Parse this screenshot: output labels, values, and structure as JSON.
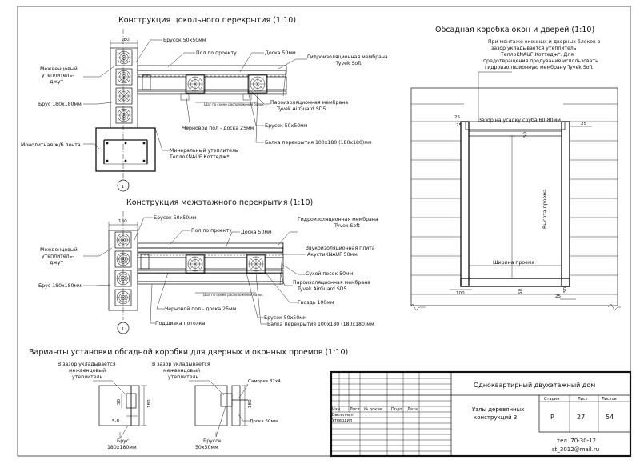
{
  "section1": {
    "title": "Конструкция цокольного перекрытия (1:10)",
    "dim_180": "180",
    "labels": {
      "bar": "Брусок 50х50мм",
      "floor_design": "Пол по проекту",
      "board": "Доска 50мм",
      "hydro": "Гидроизоляционная мембрана",
      "hydro_brand": "Tyvek Soft",
      "insulation_1": "Межвенцовый",
      "insulation_2": "утеплитель-",
      "insulation_3": "джут",
      "beam_wall": "Брус 180х180мм",
      "vapor": "Пароизоляционная мембрана",
      "vapor_brand": "Tyvek AirGuard SD5",
      "rough_floor": "Черновой пол - доска 25мм",
      "bar2": "Брусок 50х50мм",
      "joist": "Балка перекрытия 100х180 (180х180)мм",
      "foundation": "Монолитная ж/б лента",
      "mineral_1": "Минеральный утеплитель",
      "mineral_2": "ТеплоKNAUF Коттедж*",
      "note_tiny": "Шаг по схеме расположения балок",
      "axis": "1"
    }
  },
  "section2": {
    "title": "Конструкция межэтажного перекрытия (1:10)",
    "dim_180": "180",
    "labels": {
      "bar": "Брусок 50х50мм",
      "floor_design": "Пол по проекту",
      "board": "Доска 50мм",
      "hydro": "Гидроизоляционная мембрана",
      "hydro_brand": "Tyvek Soft",
      "sound_1": "Звукоизоляционная плита",
      "sound_2": "АкустиKNAUF 50мм",
      "sand": "Сухой песок 50мм",
      "insulation_1": "Межвенцовый",
      "insulation_2": "утеплитель-",
      "insulation_3": "джут",
      "beam_wall": "Брус 180х180мм",
      "vapor": "Пароизоляционная мембрана",
      "vapor_brand": "Tyvek AirGuard SD5",
      "nail": "Гвоздь 100мм",
      "rough_floor": "Черновой пол - доска 25мм",
      "bar2": "Брусок 50х50мм",
      "ceiling": "Подшивка потолка",
      "joist": "Балка перекрытия 100х180 (180х180)мм",
      "note_tiny": "Шаг по схеме расположения балок",
      "axis": "1"
    }
  },
  "section3": {
    "title": "Варианты установки обсадной коробки для дверных и оконных проемов (1:10)",
    "left": {
      "note_1": "В зазор укладывается",
      "note_2": "межвенцовый",
      "note_3": "утеплитель",
      "dim_50": "50",
      "dim_180": "180",
      "dim_58": "5-8",
      "beam_1": "Брус",
      "beam_2": "180х180мм"
    },
    "right": {
      "note_1": "В зазор укладывается",
      "note_2": "межвенцовый",
      "note_3": "утеплитель",
      "dim_180": "180",
      "screw": "Саморез 87х4",
      "board": "Доска 50мм",
      "bar_1": "Брусок",
      "bar_2": "50х50мм"
    }
  },
  "frame": {
    "title": "Обсадная коробка окон и дверей (1:10)",
    "note_1": "При монтаже оконных и дверных блоков в",
    "note_2": "зазор укладывается утеплитель",
    "note_3": "ТеплоKNAUF Коттедж*. Для",
    "note_4": "предотвращения продувания использовать",
    "note_5": "гидроизоляционную мембрану Tyvek Soft",
    "gap": "Зазор на усадку сруба 60-80мм",
    "height": "Высота проема",
    "width": "Ширина проема",
    "d25a": "25",
    "d25b": "25",
    "d50a": "50",
    "d25c": "25",
    "d100": "100",
    "d50b": "50",
    "d25d": "25",
    "d50c": "50"
  },
  "stamp": {
    "project": "Одноквартирный двухэтажный дом",
    "sheet_title_1": "Узлы деревянных",
    "sheet_title_2": "конструкций 3",
    "h_stage": "Стадия",
    "h_sheet": "Лист",
    "h_sheets": "Листов",
    "stage": "Р",
    "sheet": "27",
    "sheets": "54",
    "col_izm": "Изм.",
    "col_list": "Лист",
    "col_doc": "№ докум.",
    "col_sign": "Подп.",
    "col_date": "Дата",
    "row_done": "Выполнил",
    "row_approved": "Утвердил",
    "phone": "тел. 70-30-12",
    "email": "st_3012@mail.ru"
  }
}
